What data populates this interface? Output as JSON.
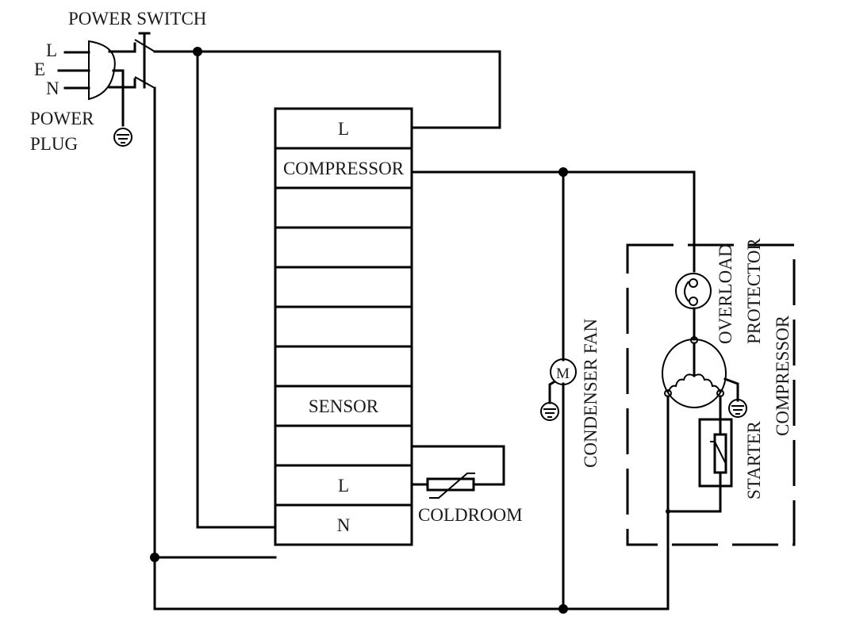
{
  "title": "Refrigerator wiring diagram",
  "labels": {
    "power_switch": "POWER SWITCH",
    "plug_L": "L",
    "plug_E": "E",
    "plug_N": "N",
    "power_plug_1": "POWER",
    "power_plug_2": "PLUG",
    "coldroom": "COLDROOM",
    "condenser_fan": "CONDENSER FAN",
    "motor_symbol": "M",
    "overload": "OVERLOAD",
    "protector": "PROTECTOR",
    "compressor": "COMPRESSOR",
    "starter": "STARTER"
  },
  "controller": {
    "rows": [
      "L",
      "COMPRESSOR",
      "",
      "",
      "",
      "",
      "",
      "SENSOR",
      "",
      "L",
      "N"
    ]
  },
  "colors": {
    "wire": "#000000",
    "text": "#1a1a1a",
    "background": "#ffffff"
  }
}
